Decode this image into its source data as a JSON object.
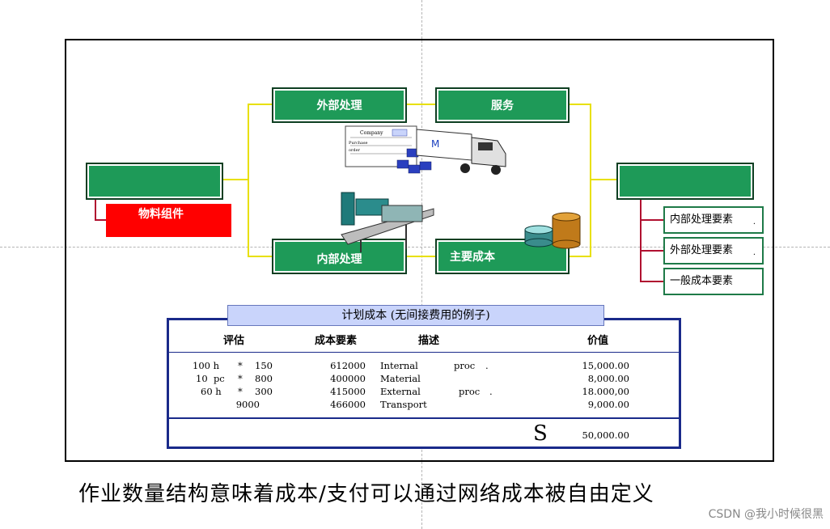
{
  "diagram": {
    "top_left_box": "外部处理",
    "top_right_box": "服务",
    "bottom_left_box": "内部处理",
    "bottom_right_box": "主要成本",
    "left_box": "",
    "material_component": "物料组件",
    "right_box": "",
    "cost_elements": [
      "内部处理要素",
      "外部处理要素",
      "一般成本要素"
    ],
    "illustration": {
      "document_company": "Company",
      "document_purchase": "Purchase",
      "document_order": "order",
      "truck_logo": "M"
    },
    "colors": {
      "green": "#1e9a58",
      "red": "#ff0000",
      "yellow": "#e8e000",
      "navy": "#1a2a8a",
      "crimson": "#b01030"
    }
  },
  "table": {
    "title": "计划成本 (无间接费用的例子)",
    "headers": {
      "valuation": "评估",
      "cost_element": "成本要素",
      "description": "描述",
      "value": "价值"
    },
    "rows": [
      {
        "qty": "100 h",
        "op": "*",
        "rate": "150",
        "cost_element": "612000",
        "desc": "Internal",
        "desc2": "proc",
        "dot": ".",
        "value": "15,000.00"
      },
      {
        "qty": "10  pc",
        "op": "*",
        "rate": "800",
        "cost_element": "400000",
        "desc": "Material",
        "desc2": "",
        "dot": "",
        "value": "8,000.00"
      },
      {
        "qty": "60 h",
        "op": "*",
        "rate": "300",
        "cost_element": "415000",
        "desc": "External",
        "desc2": "proc",
        "dot": ".",
        "value": "18.000,00"
      },
      {
        "qty": "",
        "op": "",
        "rate": "9000",
        "cost_element": "466000",
        "desc": "Transport",
        "desc2": "",
        "dot": "",
        "value": "9,000.00"
      }
    ],
    "sum_symbol": "S",
    "total": "50,000.00"
  },
  "caption": "作业数量结构意味着成本/支付可以通过网络成本被自由定义",
  "watermark": "CSDN @我小时候很黑"
}
